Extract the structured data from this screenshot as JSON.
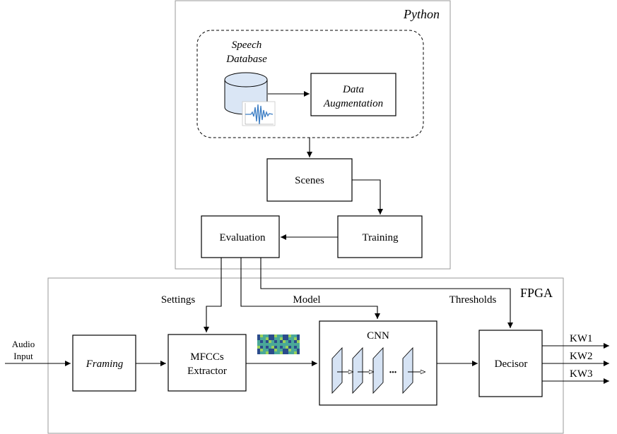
{
  "python_frame": {
    "title": "Python"
  },
  "fpga_frame": {
    "title": "FPGA"
  },
  "speech_database": {
    "line1": "Speech",
    "line2": "Database"
  },
  "data_augmentation": {
    "line1": "Data",
    "line2": "Augmentation"
  },
  "scenes": {
    "label": "Scenes"
  },
  "training": {
    "label": "Training"
  },
  "evaluation": {
    "label": "Evaluation"
  },
  "connections": {
    "settings": "Settings",
    "model": "Model",
    "thresholds": "Thresholds"
  },
  "audio_input": {
    "line1": "Audio",
    "line2": "Input"
  },
  "framing": {
    "label": "Framing"
  },
  "mfccs": {
    "line1": "MFCCs",
    "line2": "Extractor"
  },
  "cnn": {
    "label": "CNN",
    "ellipsis": "•••"
  },
  "decisor": {
    "label": "Decisor"
  },
  "outputs": [
    "KW1",
    "KW2",
    "KW3"
  ],
  "colors": {
    "database": "#dae6f5",
    "cnn_layer": "#d6e3f4",
    "waveform": "#3b7dc4",
    "spectrogram_a": "#2b4c8c",
    "spectrogram_b": "#4aa898",
    "spectrogram_c": "#9ad15a"
  }
}
